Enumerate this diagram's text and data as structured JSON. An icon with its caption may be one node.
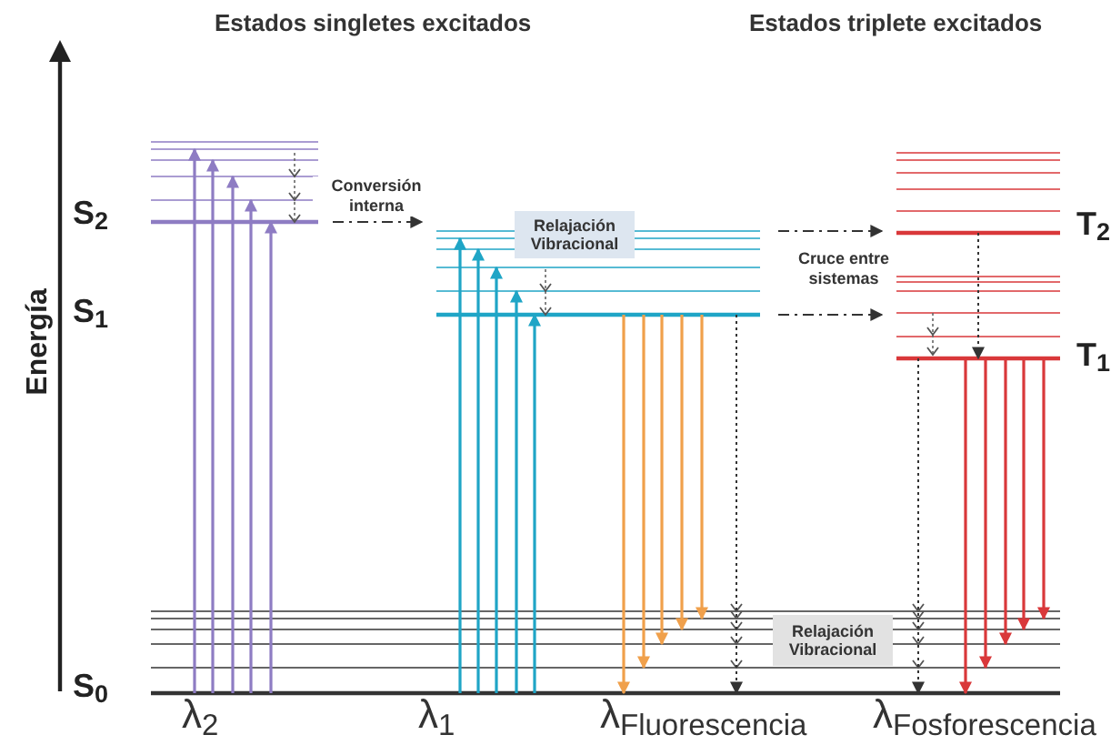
{
  "diagram": {
    "nodes": [
      {
        "text": [],
        "shape": "bar"
      },
      {
        "text": [],
        "shape": "bar"
      },
      {
        "text": [],
        "shape": "bar"
      },
      {
        "text": [],
        "shape": "bar"
      },
      {
        "text": [],
        "shape": "bar"
      },
      {
        "text": [
          "Relajación Vibracional"
        ]
      },
      {
        "text": [
          "Relajación Vibracional"
        ],
        "in": 4
      }
    ],
    "edges": [
      {
        "from": 0,
        "to": 1,
        "arrow": "to",
        "style": "dashed",
        "label": "Conversión interna"
      },
      {
        "from": 1,
        "to": 2,
        "arrow": "to",
        "style": "dashed",
        "label": "Cruce entre sistemas"
      },
      {
        "from": 1,
        "to": 3,
        "arrow": "to",
        "style": "dashed"
      },
      {
        "from": 4,
        "to": 0,
        "arrow": "to",
        "color": "#8e7cc3"
      },
      {
        "from": 4,
        "to": 0,
        "arrow": "to",
        "color": "#8e7cc3"
      },
      {
        "from": 4,
        "to": 0,
        "arrow": "to",
        "color": "#8e7cc3"
      },
      {
        "from": 4,
        "to": 0,
        "arrow": "to",
        "color": "#8e7cc3"
      },
      {
        "from": 4,
        "to": 0,
        "arrow": "to",
        "color": "#8e7cc3"
      },
      {
        "from": 4,
        "to": 1,
        "arrow": "to",
        "color": "#1fa5c6"
      },
      {
        "from": 4,
        "to": 1,
        "arrow": "to",
        "color": "#1fa5c6"
      },
      {
        "from": 4,
        "to": 1,
        "arrow": "to",
        "color": "#1fa5c6"
      },
      {
        "from": 4,
        "to": 1,
        "arrow": "to",
        "color": "#1fa5c6"
      },
      {
        "from": 4,
        "to": 1,
        "arrow": "to",
        "color": "#1fa5c6"
      },
      {
        "from": 1,
        "to": 4,
        "arrow": "to",
        "color": "#f0a04b"
      },
      {
        "from": 1,
        "to": 4,
        "arrow": "to",
        "color": "#f0a04b"
      },
      {
        "from": 1,
        "to": 4,
        "arrow": "to",
        "color": "#f0a04b"
      },
      {
        "from": 1,
        "to": 4,
        "arrow": "to",
        "color": "#f0a04b"
      },
      {
        "from": 1,
        "to": 4,
        "arrow": "to",
        "color": "#f0a04b"
      },
      {
        "from": 3,
        "to": 4,
        "arrow": "to",
        "color": "#d9383a"
      },
      {
        "from": 3,
        "to": 4,
        "arrow": "to",
        "color": "#d9383a"
      },
      {
        "from": 3,
        "to": 4,
        "arrow": "to",
        "color": "#d9383a"
      },
      {
        "from": 3,
        "to": 4,
        "arrow": "to",
        "color": "#d9383a"
      },
      {
        "from": 3,
        "to": 4,
        "arrow": "to",
        "color": "#d9383a"
      },
      {
        "from": 1,
        "to": 4,
        "arrow": "to",
        "style": "dashed"
      },
      {
        "from": 2,
        "to": 3,
        "arrow": "to",
        "style": "dashed"
      },
      {
        "from": 3,
        "to": 4,
        "arrow": "to",
        "style": "dashed"
      }
    ],
    "labels": [
      "Estados singletes excitados",
      "Estados triplete excitados",
      "Energía",
      "S$_{2}$",
      "S$_{1}$",
      "T$_{2}$",
      "T$_{1}$",
      "S$_{0}$",
      "λ$_{2}$",
      "λ$_{1}$",
      "λ$_{Fluorescencia}$",
      "λ$_{Fosforescencia}$"
    ]
  }
}
